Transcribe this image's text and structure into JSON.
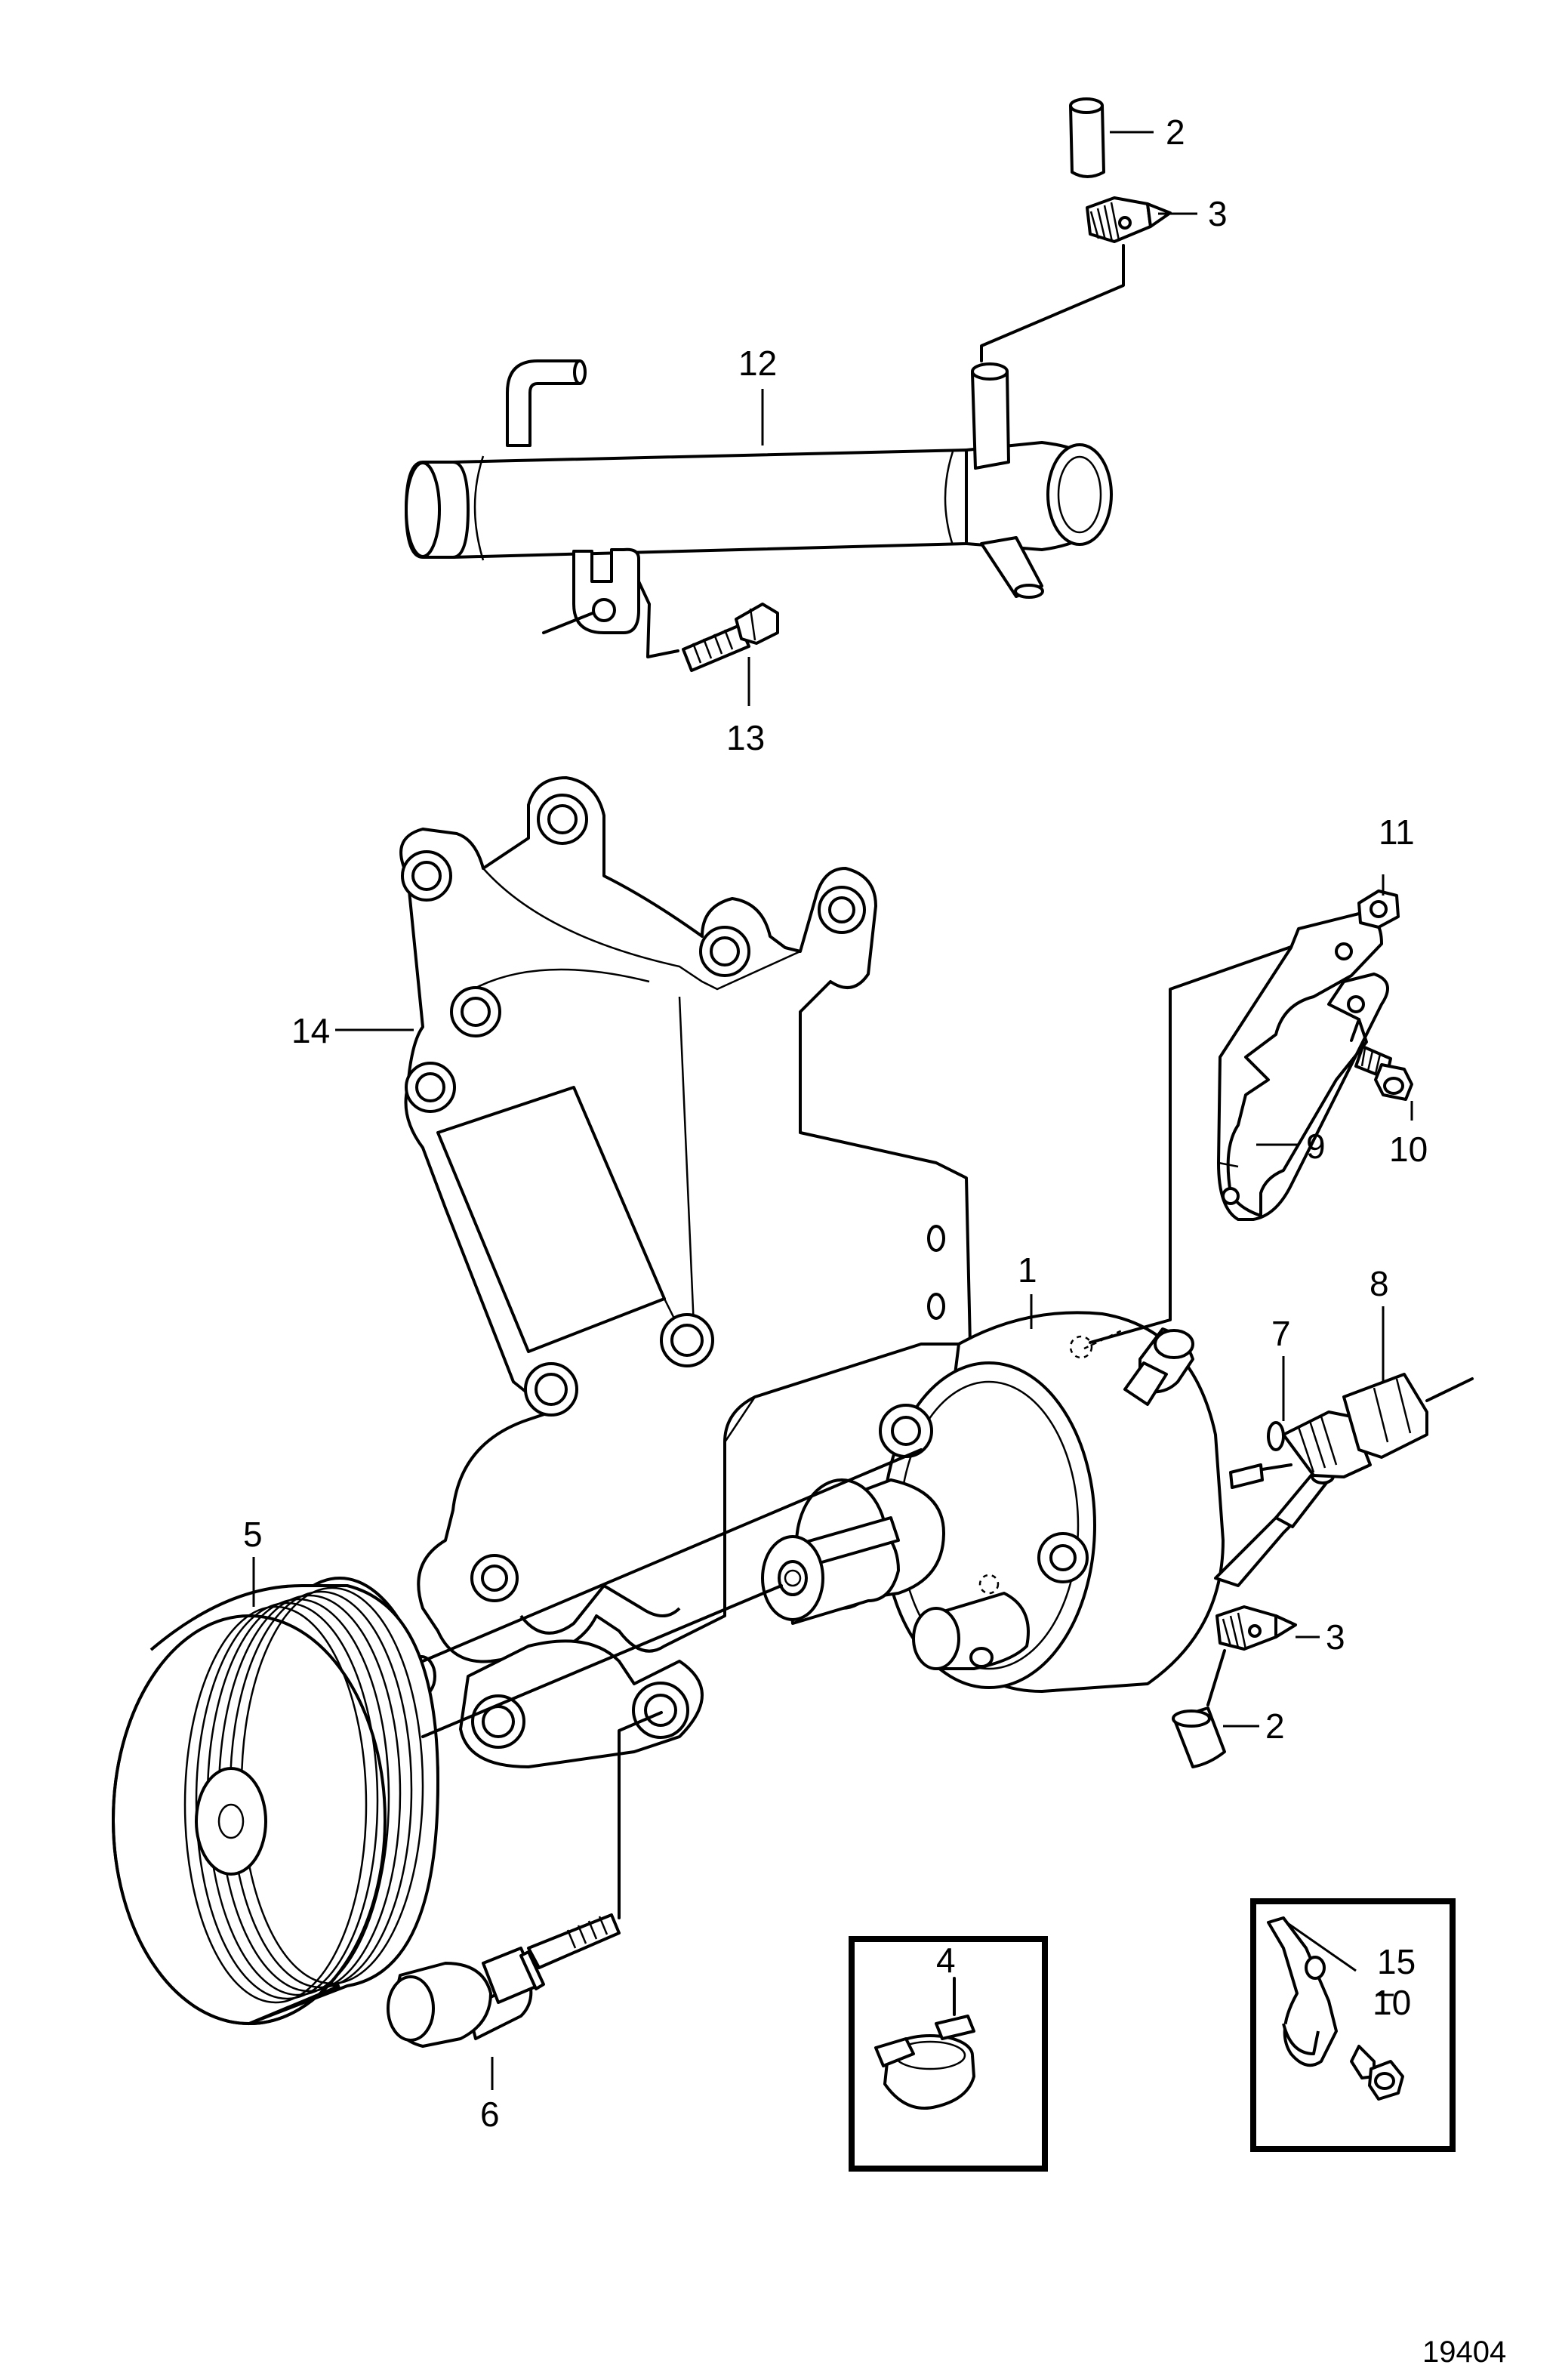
{
  "figure_number": "19404",
  "callouts": {
    "c1": "1",
    "c2_top": "2",
    "c3_top": "3",
    "c2_bottom": "2",
    "c3_bottom": "3",
    "c4": "4",
    "c5": "5",
    "c6": "6",
    "c7": "7",
    "c8": "8",
    "c9": "9",
    "c10_right": "10",
    "c10_inset": "10",
    "c11": "11",
    "c12": "12",
    "c13": "13",
    "c14": "14",
    "c15": "15"
  }
}
